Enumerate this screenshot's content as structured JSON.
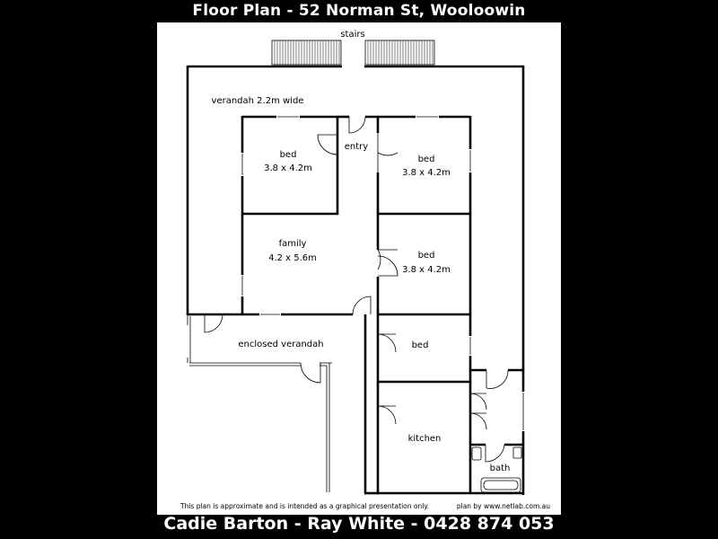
{
  "header": {
    "title": "Floor Plan - 52 Norman St, Wooloowin"
  },
  "footer": {
    "agent": "Cadie Barton - Ray White - 0428 874 053"
  },
  "plan": {
    "stairs": "stairs",
    "verandah": "verandah 2.2m wide",
    "entry": "entry",
    "bed1": {
      "name": "bed",
      "size": "3.8 x 4.2m"
    },
    "bed2": {
      "name": "bed",
      "size": "3.8 x 4.2m"
    },
    "family": {
      "name": "family",
      "size": "4.2 x 5.6m"
    },
    "bed3": {
      "name": "bed",
      "size": "3.8 x 4.2m"
    },
    "bed4": {
      "name": "bed"
    },
    "enclosed": "enclosed verandah",
    "kitchen": "kitchen",
    "bath": "bath",
    "disclaimer": "This plan is approximate and is intended as a graphical presentation only.",
    "credit": "plan by www.netlab.com.au"
  }
}
